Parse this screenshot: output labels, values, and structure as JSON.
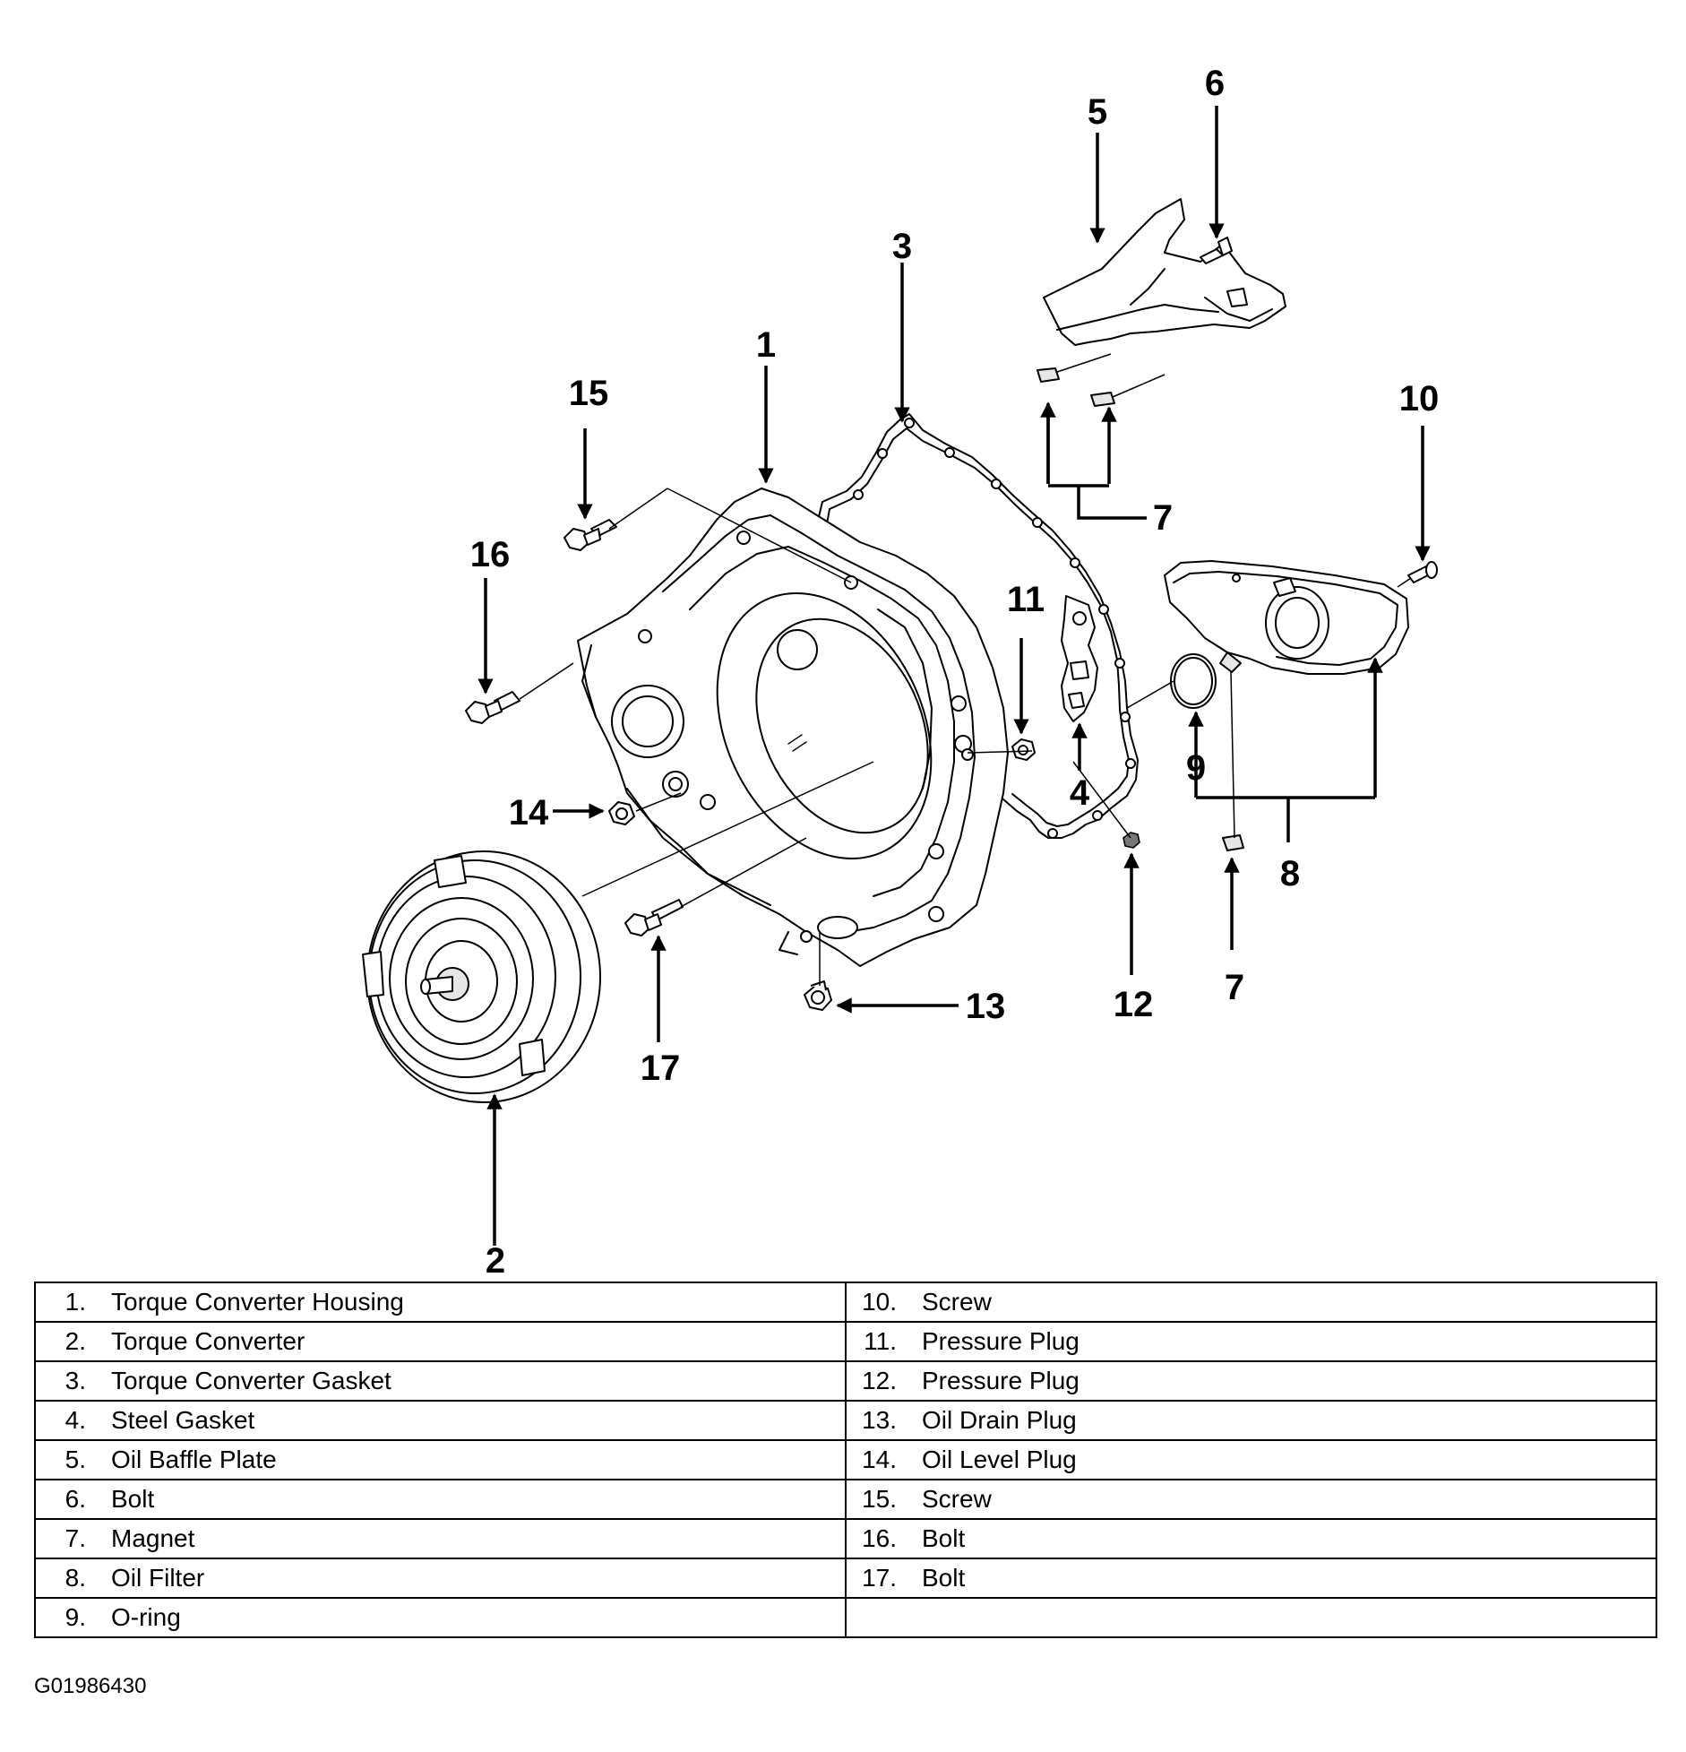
{
  "callouts": {
    "c1": "1",
    "c2": "2",
    "c3": "3",
    "c4": "4",
    "c5": "5",
    "c6": "6",
    "c7a": "7",
    "c7b": "7",
    "c8": "8",
    "c9": "9",
    "c10": "10",
    "c11": "11",
    "c12": "12",
    "c13": "13",
    "c14": "14",
    "c15": "15",
    "c16": "16",
    "c17": "17"
  },
  "legend": {
    "rows": [
      {
        "left_num": "1.",
        "left_name": "Torque Converter Housing",
        "right_num": "10.",
        "right_name": "Screw"
      },
      {
        "left_num": "2.",
        "left_name": "Torque Converter",
        "right_num": "11.",
        "right_name": "Pressure Plug"
      },
      {
        "left_num": "3.",
        "left_name": "Torque Converter Gasket",
        "right_num": "12.",
        "right_name": "Pressure Plug"
      },
      {
        "left_num": "4.",
        "left_name": "Steel Gasket",
        "right_num": "13.",
        "right_name": "Oil Drain Plug"
      },
      {
        "left_num": "5.",
        "left_name": "Oil Baffle Plate",
        "right_num": "14.",
        "right_name": "Oil Level Plug"
      },
      {
        "left_num": "6.",
        "left_name": "Bolt",
        "right_num": "15.",
        "right_name": "Screw"
      },
      {
        "left_num": "7.",
        "left_name": "Magnet",
        "right_num": "16.",
        "right_name": "Bolt"
      },
      {
        "left_num": "8.",
        "left_name": "Oil Filter",
        "right_num": "17.",
        "right_name": "Bolt"
      },
      {
        "left_num": "9.",
        "left_name": "O-ring",
        "right_num": "",
        "right_name": ""
      }
    ]
  },
  "figure_id": "G01986430"
}
